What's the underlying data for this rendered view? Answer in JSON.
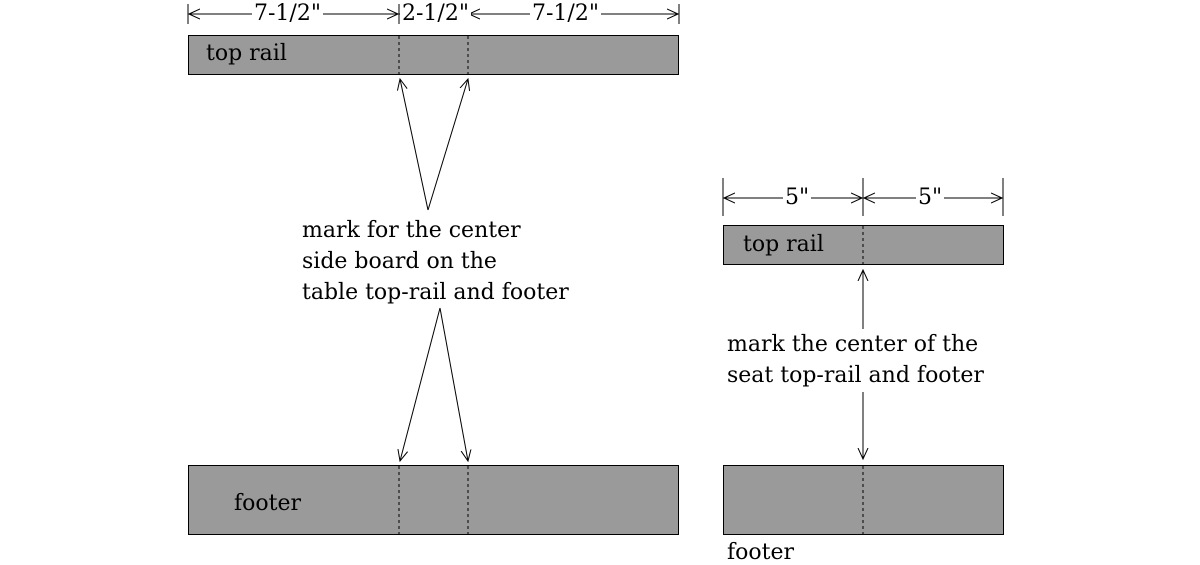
{
  "table": {
    "dimensions": [
      "7-1/2\"",
      "2-1/2\"",
      "7-1/2\""
    ],
    "top_rail_label": "top rail",
    "footer_label": "footer",
    "note_lines": [
      "mark for the center",
      "side board on the",
      "table top-rail and footer"
    ]
  },
  "seat": {
    "dimensions": [
      "5\"",
      "5\""
    ],
    "top_rail_label": "top rail",
    "footer_label": "footer",
    "note_lines": [
      "mark the center of the",
      "seat top-rail and footer"
    ]
  },
  "colors": {
    "board_fill": "#9a9a9a",
    "line": "#000000",
    "background": "#ffffff"
  }
}
